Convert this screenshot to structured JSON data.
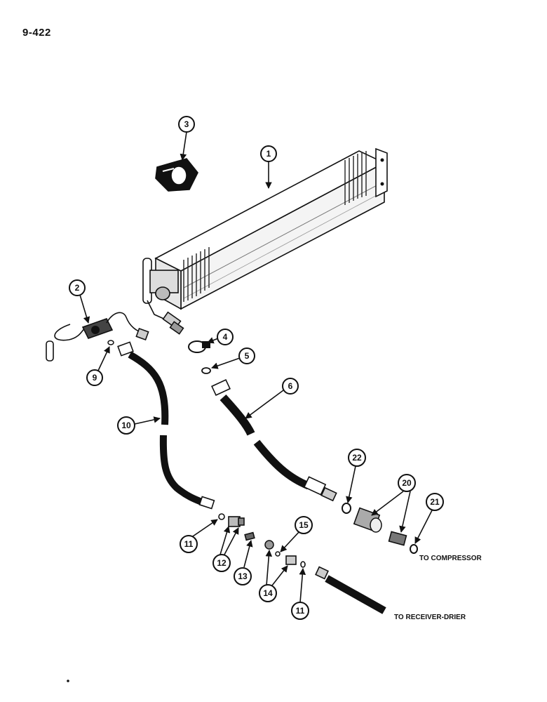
{
  "page_number": "9-422",
  "callouts": [
    "1",
    "2",
    "3",
    "4",
    "5",
    "6",
    "9",
    "10",
    "11",
    "12",
    "13",
    "14",
    "15",
    "20",
    "21",
    "22",
    "11"
  ],
  "destinations": {
    "compressor": "TO COMPRESSOR",
    "receiver_drier": "TO RECEIVER-DRIER"
  }
}
